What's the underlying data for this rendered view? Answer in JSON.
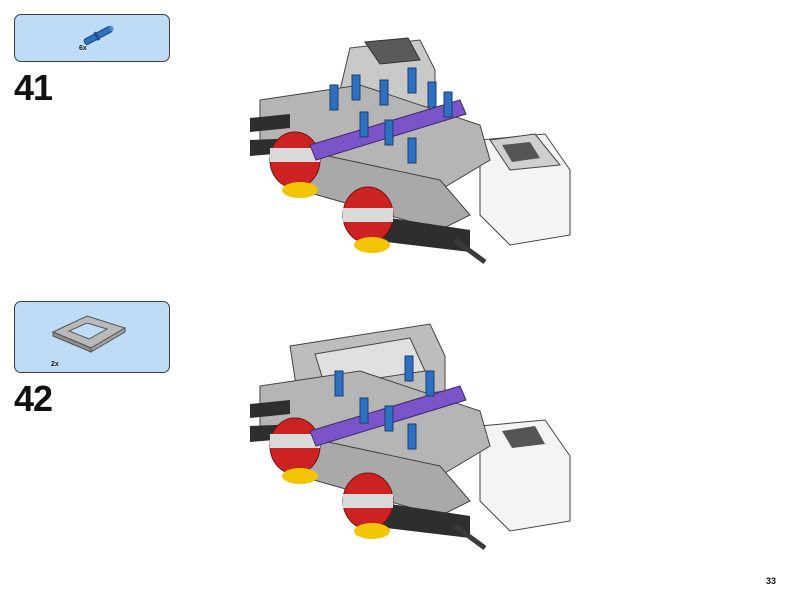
{
  "page": {
    "number": "33"
  },
  "steps": [
    {
      "number": "41",
      "parts": [
        {
          "name": "blue-axle-pin-icon",
          "quantity": "6x",
          "color": "#2f6fc1"
        }
      ]
    },
    {
      "number": "42",
      "parts": [
        {
          "name": "gray-frame-icon",
          "quantity": "2x",
          "color": "#b9b9b9"
        }
      ]
    }
  ],
  "colors": {
    "parts_box_bg": "#bfdcf7",
    "beam_gray": "#a9a9a9",
    "beam_dark": "#2e2e2e",
    "purple": "#7a54c8",
    "blue_pin": "#2f6fc1",
    "red_wheel": "#cc2222",
    "yellow": "#f2c500",
    "white_motor": "#f4f4f4"
  }
}
